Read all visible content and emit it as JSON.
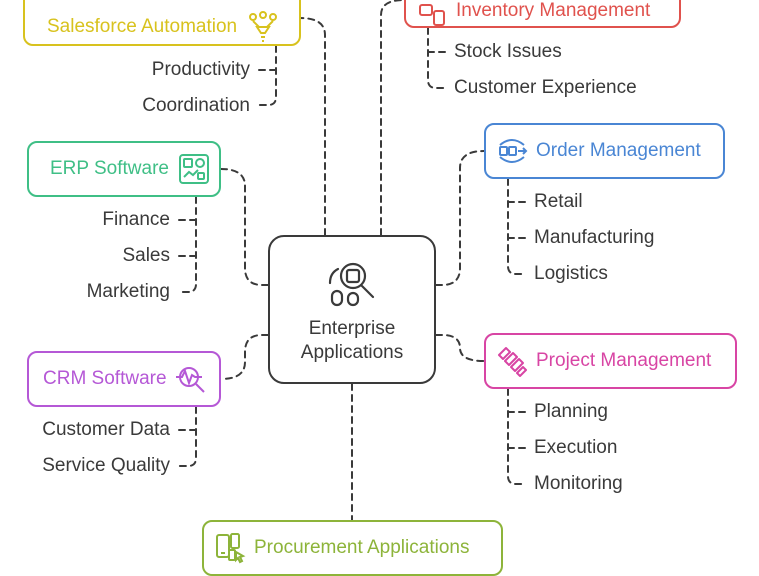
{
  "center": {
    "title_line1": "Enterprise",
    "title_line2": "Applications",
    "icon": "search-analytics-icon"
  },
  "branches": {
    "salesforce": {
      "label": "Salesforce Automation",
      "icon": "funnel-icon",
      "color": "#d8c21e",
      "items": [
        "Productivity",
        "Coordination"
      ]
    },
    "inventory": {
      "label": "Inventory Management",
      "icon": "boxes-icon",
      "color": "#e0524d",
      "items": [
        "Stock Issues",
        "Customer Experience"
      ]
    },
    "erp": {
      "label": "ERP Software",
      "icon": "dashboard-icon",
      "color": "#3fbf86",
      "items": [
        "Finance",
        "Sales",
        "Marketing"
      ]
    },
    "order": {
      "label": "Order Management",
      "icon": "flow-icon",
      "color": "#4a86d4",
      "items": [
        "Retail",
        "Manufacturing",
        "Logistics"
      ]
    },
    "crm": {
      "label": "CRM Software",
      "icon": "magnifier-pulse-icon",
      "color": "#b558d6",
      "items": [
        "Customer Data",
        "Service Quality"
      ]
    },
    "project": {
      "label": "Project Management",
      "icon": "stripes-icon",
      "color": "#d845a4",
      "items": [
        "Planning",
        "Execution",
        "Monitoring"
      ]
    },
    "procurement": {
      "label": "Procurement Applications",
      "icon": "devices-cursor-icon",
      "color": "#8db43a"
    }
  },
  "line_color": "#3a3a3a"
}
